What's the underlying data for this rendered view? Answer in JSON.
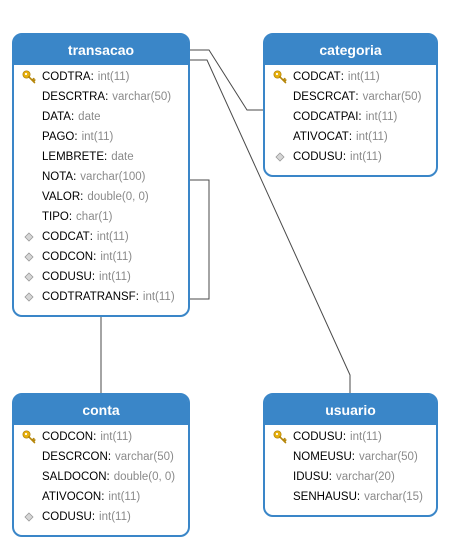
{
  "diagram": {
    "tables": [
      {
        "id": "transacao",
        "title": "transacao",
        "fields": [
          {
            "name": "CODTRA",
            "type": "int(11)",
            "key": "primary"
          },
          {
            "name": "DESCRTRA",
            "type": "varchar(50)",
            "key": "none"
          },
          {
            "name": "DATA",
            "type": "date",
            "key": "none"
          },
          {
            "name": "PAGO",
            "type": "int(11)",
            "key": "none"
          },
          {
            "name": "LEMBRETE",
            "type": "date",
            "key": "none"
          },
          {
            "name": "NOTA",
            "type": "varchar(100)",
            "key": "none"
          },
          {
            "name": "VALOR",
            "type": "double(0, 0)",
            "key": "none"
          },
          {
            "name": "TIPO",
            "type": "char(1)",
            "key": "none"
          },
          {
            "name": "CODCAT",
            "type": "int(11)",
            "key": "foreign"
          },
          {
            "name": "CODCON",
            "type": "int(11)",
            "key": "foreign"
          },
          {
            "name": "CODUSU",
            "type": "int(11)",
            "key": "foreign"
          },
          {
            "name": "CODTRATRANSF",
            "type": "int(11)",
            "key": "foreign"
          }
        ]
      },
      {
        "id": "categoria",
        "title": "categoria",
        "fields": [
          {
            "name": "CODCAT",
            "type": "int(11)",
            "key": "primary"
          },
          {
            "name": "DESCRCAT",
            "type": "varchar(50)",
            "key": "none"
          },
          {
            "name": "CODCATPAI",
            "type": "int(11)",
            "key": "none"
          },
          {
            "name": "ATIVOCAT",
            "type": "int(11)",
            "key": "none"
          },
          {
            "name": "CODUSU",
            "type": "int(11)",
            "key": "foreign"
          }
        ]
      },
      {
        "id": "conta",
        "title": "conta",
        "fields": [
          {
            "name": "CODCON",
            "type": "int(11)",
            "key": "primary"
          },
          {
            "name": "DESCRCON",
            "type": "varchar(50)",
            "key": "none"
          },
          {
            "name": "SALDOCON",
            "type": "double(0, 0)",
            "key": "none"
          },
          {
            "name": "ATIVOCON",
            "type": "int(11)",
            "key": "none"
          },
          {
            "name": "CODUSU",
            "type": "int(11)",
            "key": "foreign"
          }
        ]
      },
      {
        "id": "usuario",
        "title": "usuario",
        "fields": [
          {
            "name": "CODUSU",
            "type": "int(11)",
            "key": "primary"
          },
          {
            "name": "NOMEUSU",
            "type": "varchar(50)",
            "key": "none"
          },
          {
            "name": "IDUSU",
            "type": "varchar(20)",
            "key": "none"
          },
          {
            "name": "SENHAUSU",
            "type": "varchar(15)",
            "key": "none"
          }
        ]
      }
    ],
    "relations": [
      {
        "from": "transacao",
        "to": "categoria"
      },
      {
        "from": "transacao",
        "to": "usuario"
      },
      {
        "from": "transacao",
        "to": "conta"
      },
      {
        "from": "transacao",
        "to": "transacao"
      }
    ],
    "colors": {
      "header": "#3a86c8",
      "border": "#3a86c8",
      "line": "#4a4a4a",
      "type_text": "#8a8a8a",
      "key_icon": "#e8b10c",
      "foreign_icon": "#b3b3b3"
    },
    "icons": {
      "primary": "key-icon",
      "foreign": "diamond-icon"
    }
  }
}
